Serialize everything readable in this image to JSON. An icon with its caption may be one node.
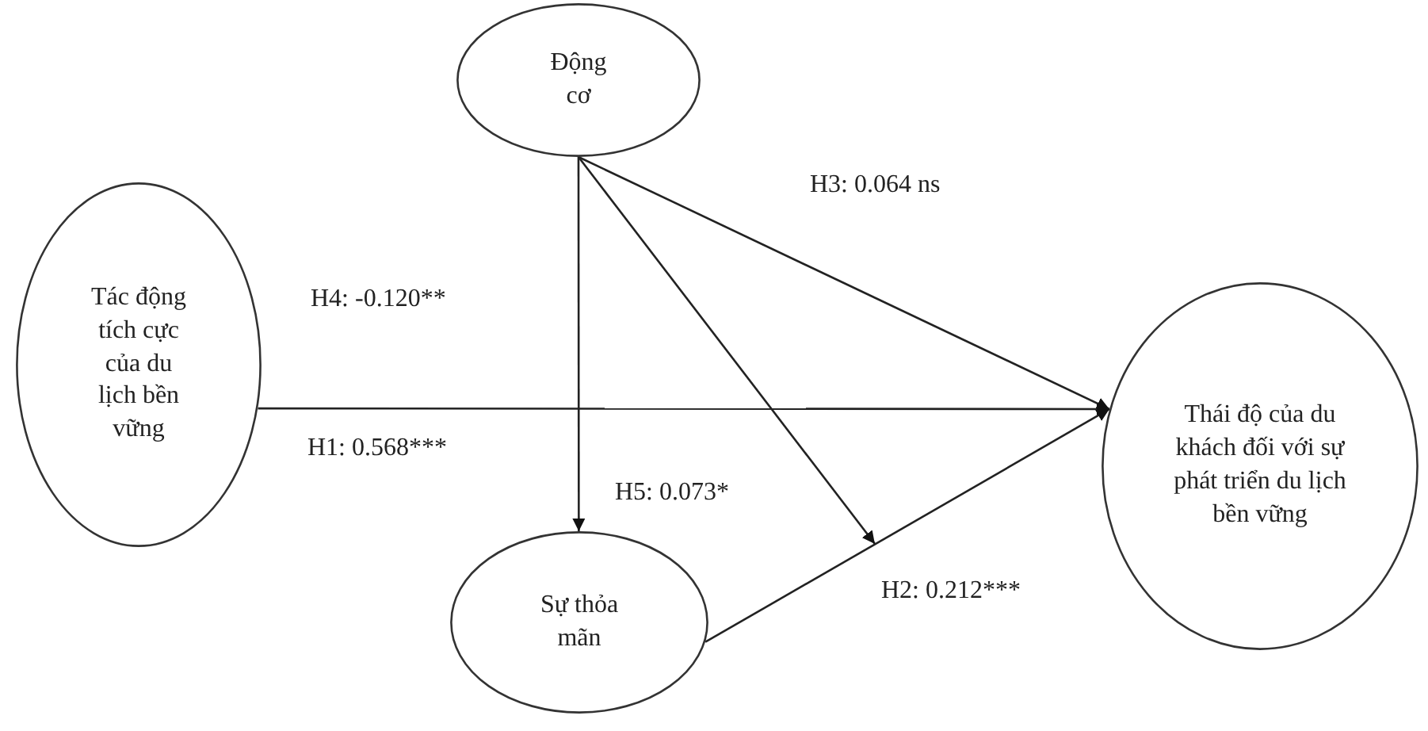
{
  "diagram": {
    "nodes": [
      {
        "text": [
          "Động cơ"
        ]
      },
      {
        "text": [
          "Tác động tích cực của du lịch bền vững"
        ]
      },
      {
        "text": [
          "Thái độ của du khách đối với sự phát triển du lịch bền vững"
        ]
      },
      {
        "text": [
          "Sự thỏa mãn"
        ]
      }
    ],
    "edges": [
      {
        "from": 0,
        "to": 2,
        "arrow": "to",
        "label": "H3: 0.064 ns"
      },
      {
        "from": 0,
        "to": null,
        "arrow": "to",
        "label": "H5: 0.073*"
      },
      {
        "from": 0,
        "to": 3,
        "arrow": "to"
      },
      {
        "from": 1,
        "to": 2,
        "arrow": "to",
        "label": "H1: 0.568***"
      },
      {
        "from": 3,
        "to": 2,
        "arrow": "to",
        "label": "H2: 0.212***"
      }
    ],
    "labels": [
      "H4: -0.120**"
    ]
  }
}
